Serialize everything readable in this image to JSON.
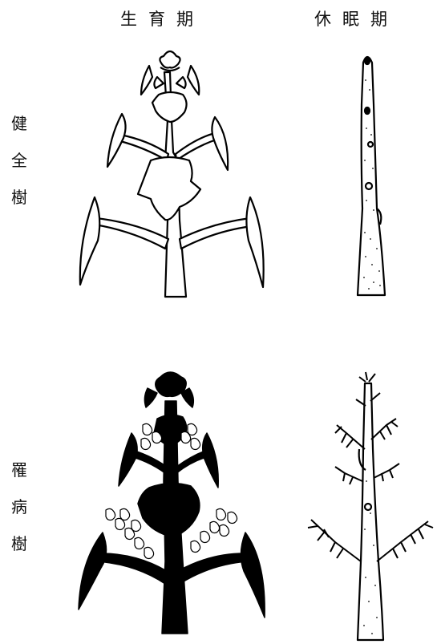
{
  "headers": {
    "growing_season": "生育期",
    "dormant_season": "休眠期"
  },
  "rows": {
    "healthy_tree": [
      "健",
      "全",
      "樹"
    ],
    "diseased_tree": [
      "罹",
      "病",
      "樹"
    ]
  }
}
